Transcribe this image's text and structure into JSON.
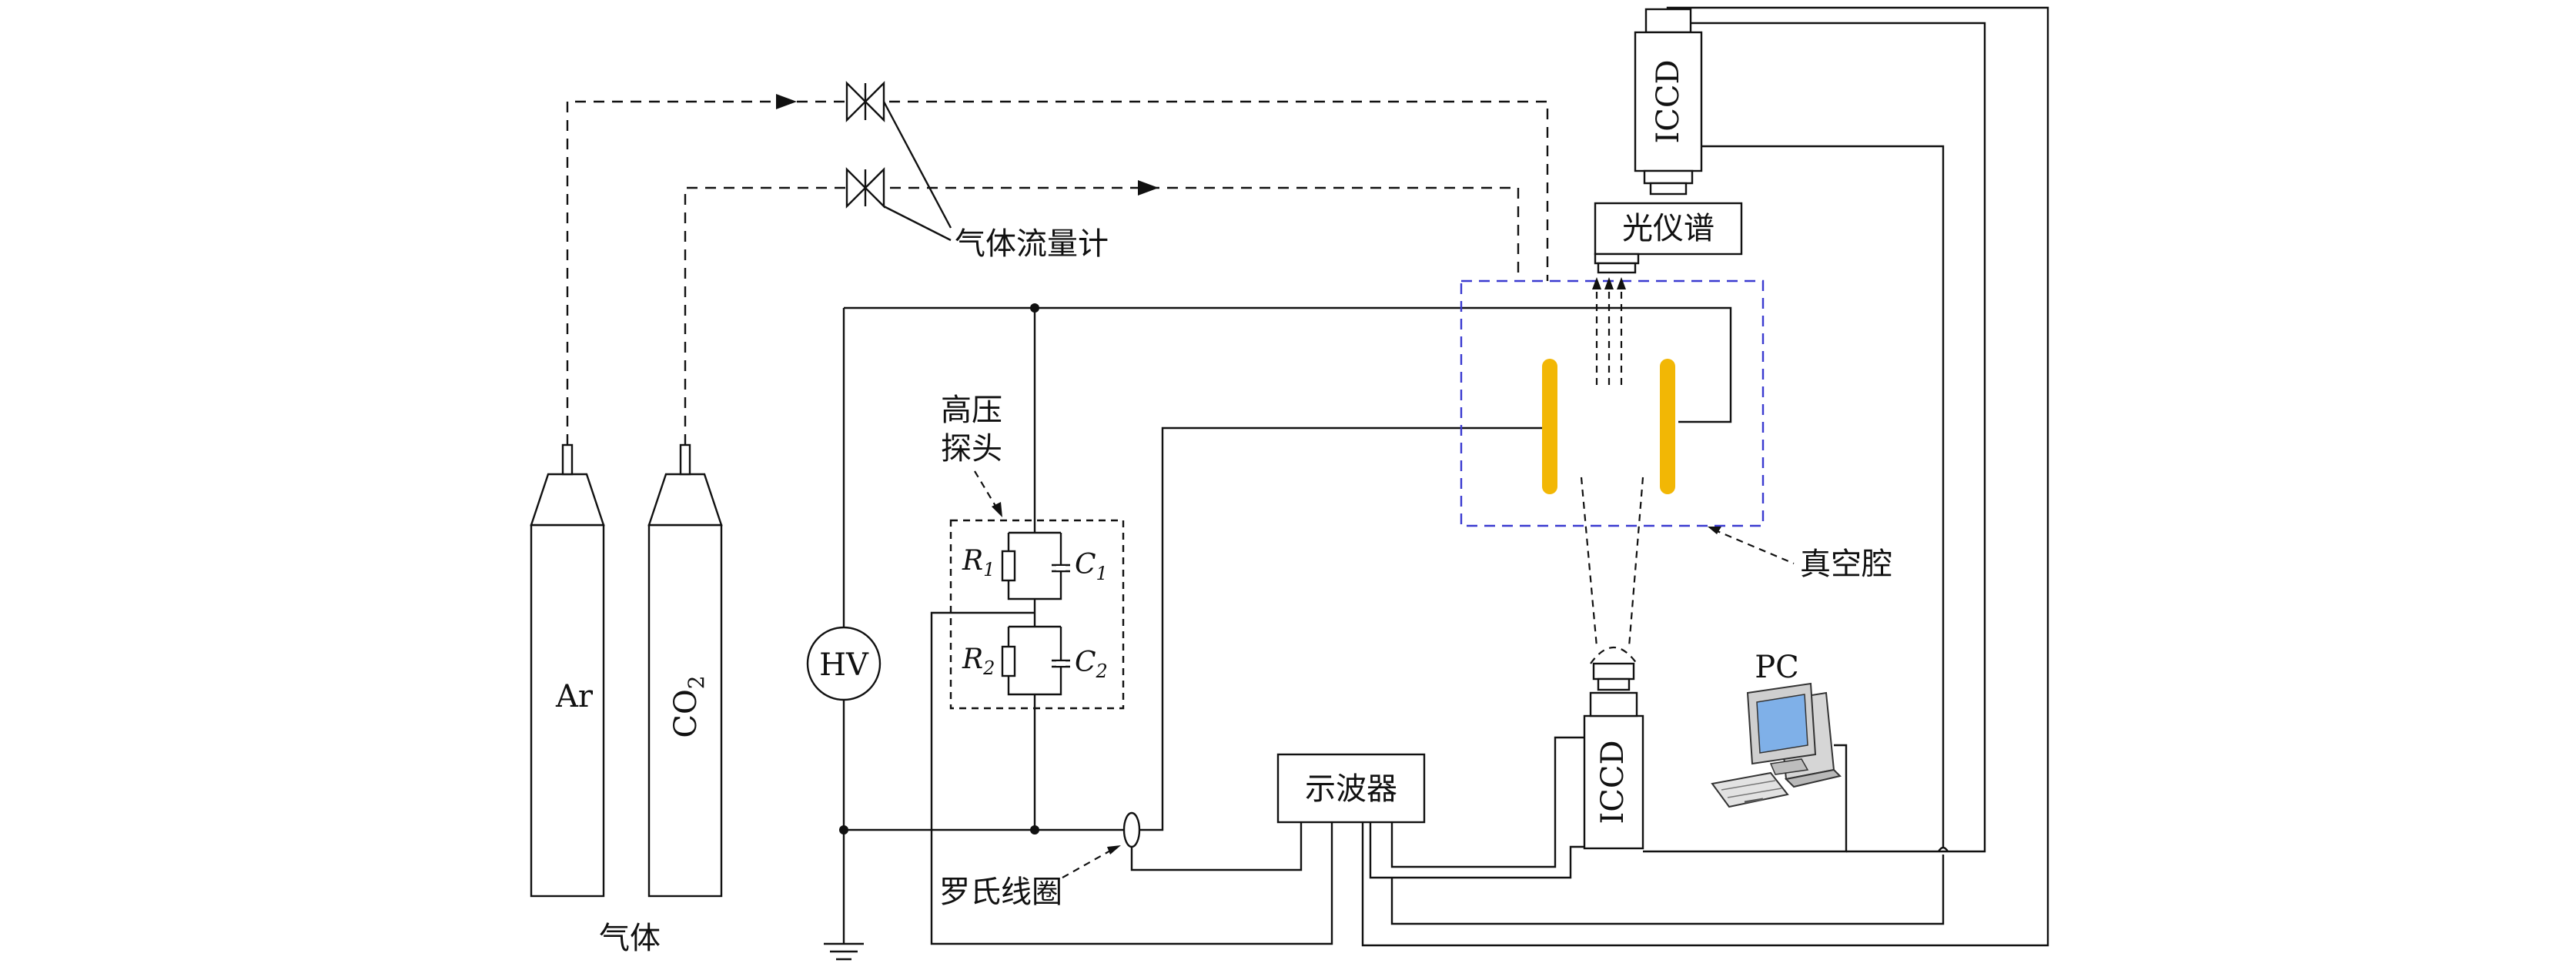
{
  "labels": {
    "gas_cylinders": "气体",
    "argon": "Ar",
    "co2": "CO",
    "co2_sub": "2",
    "flowmeter": "气体流量计",
    "hv_probe_line1": "高压",
    "hv_probe_line2": "探头",
    "hv_source": "HV",
    "r1": "R",
    "r1_sub": "1",
    "c1": "C",
    "c1_sub": "1",
    "r2": "R",
    "r2_sub": "2",
    "c2": "C",
    "c2_sub": "2",
    "rogowski_coil": "罗氏线圈",
    "oscilloscope": "示波器",
    "spectrometer": "光仪谱",
    "iccd_top": "ICCD",
    "iccd_bottom": "ICCD",
    "vacuum_chamber": "真空腔",
    "pc": "PC"
  },
  "colors": {
    "electrode": "#f2b705",
    "chamber_border": "#3a3ad0",
    "line": "#111111"
  }
}
